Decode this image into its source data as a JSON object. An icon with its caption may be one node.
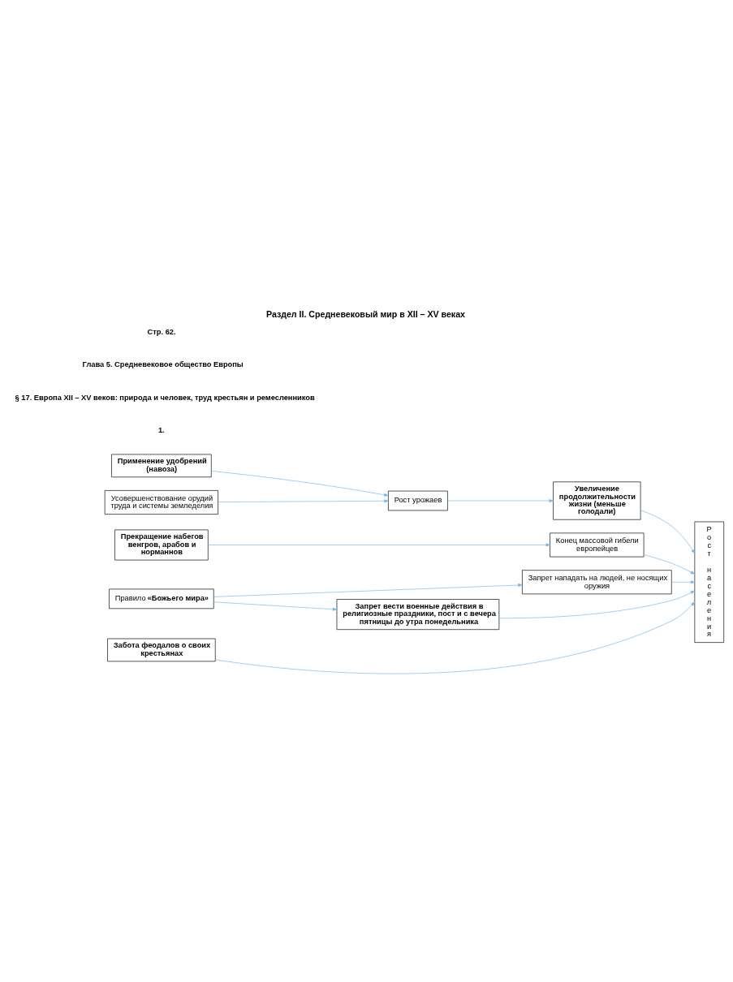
{
  "diagram": {
    "title": "Раздел II. Средневековый мир в XII – XV веках",
    "nodes": [
      {
        "text": [
          "Применение удобрений (навоза)"
        ]
      },
      {
        "text": [
          "Усовершенствование орудий труда и системы земледелия"
        ]
      },
      {
        "text": [
          "Рост урожаев"
        ]
      },
      {
        "text": [
          "Увеличение продолжительности жизни (меньше голодали)"
        ]
      },
      {
        "text": [
          "Рост населения"
        ]
      },
      {
        "text": [
          "Прекращение набегов венгров, арабов и норманнов"
        ]
      },
      {
        "text": [
          "Конец массовой гибели европейцев"
        ]
      },
      {
        "text": [
          "Правило **«Божьего мира»**"
        ]
      },
      {
        "text": [
          "Запрет нападать на людей, не носящих оружия"
        ]
      },
      {
        "text": [
          "Запрет вести военные действия в религиозные праздники, пост и с вечера пятницы до утра понедельника"
        ]
      },
      {
        "text": [
          "Забота феодалов о своих крестьянах"
        ]
      }
    ],
    "edges": [
      {
        "from": 0,
        "to": 2,
        "arrow": "to"
      },
      {
        "from": 1,
        "to": 2,
        "arrow": "to"
      },
      {
        "from": 2,
        "to": 3,
        "arrow": "to"
      },
      {
        "from": 3,
        "to": 4,
        "arrow": "to"
      },
      {
        "from": 5,
        "to": 6,
        "arrow": "to"
      },
      {
        "from": 6,
        "to": 4,
        "arrow": "to"
      },
      {
        "from": 7,
        "to": 8,
        "arrow": "to"
      },
      {
        "from": 7,
        "to": 9,
        "arrow": "to"
      },
      {
        "from": 8,
        "to": 4,
        "arrow": "to"
      },
      {
        "from": 9,
        "to": 4,
        "arrow": "to"
      },
      {
        "from": 10,
        "to": 4,
        "arrow": "to"
      }
    ],
    "labels": [
      "Стр. 62.",
      "Глава 5. Средневековое общество Европы",
      "§ 17. Европа XII – XV веков: природа и человек, труд крестьян и ремесленников",
      "1."
    ]
  }
}
